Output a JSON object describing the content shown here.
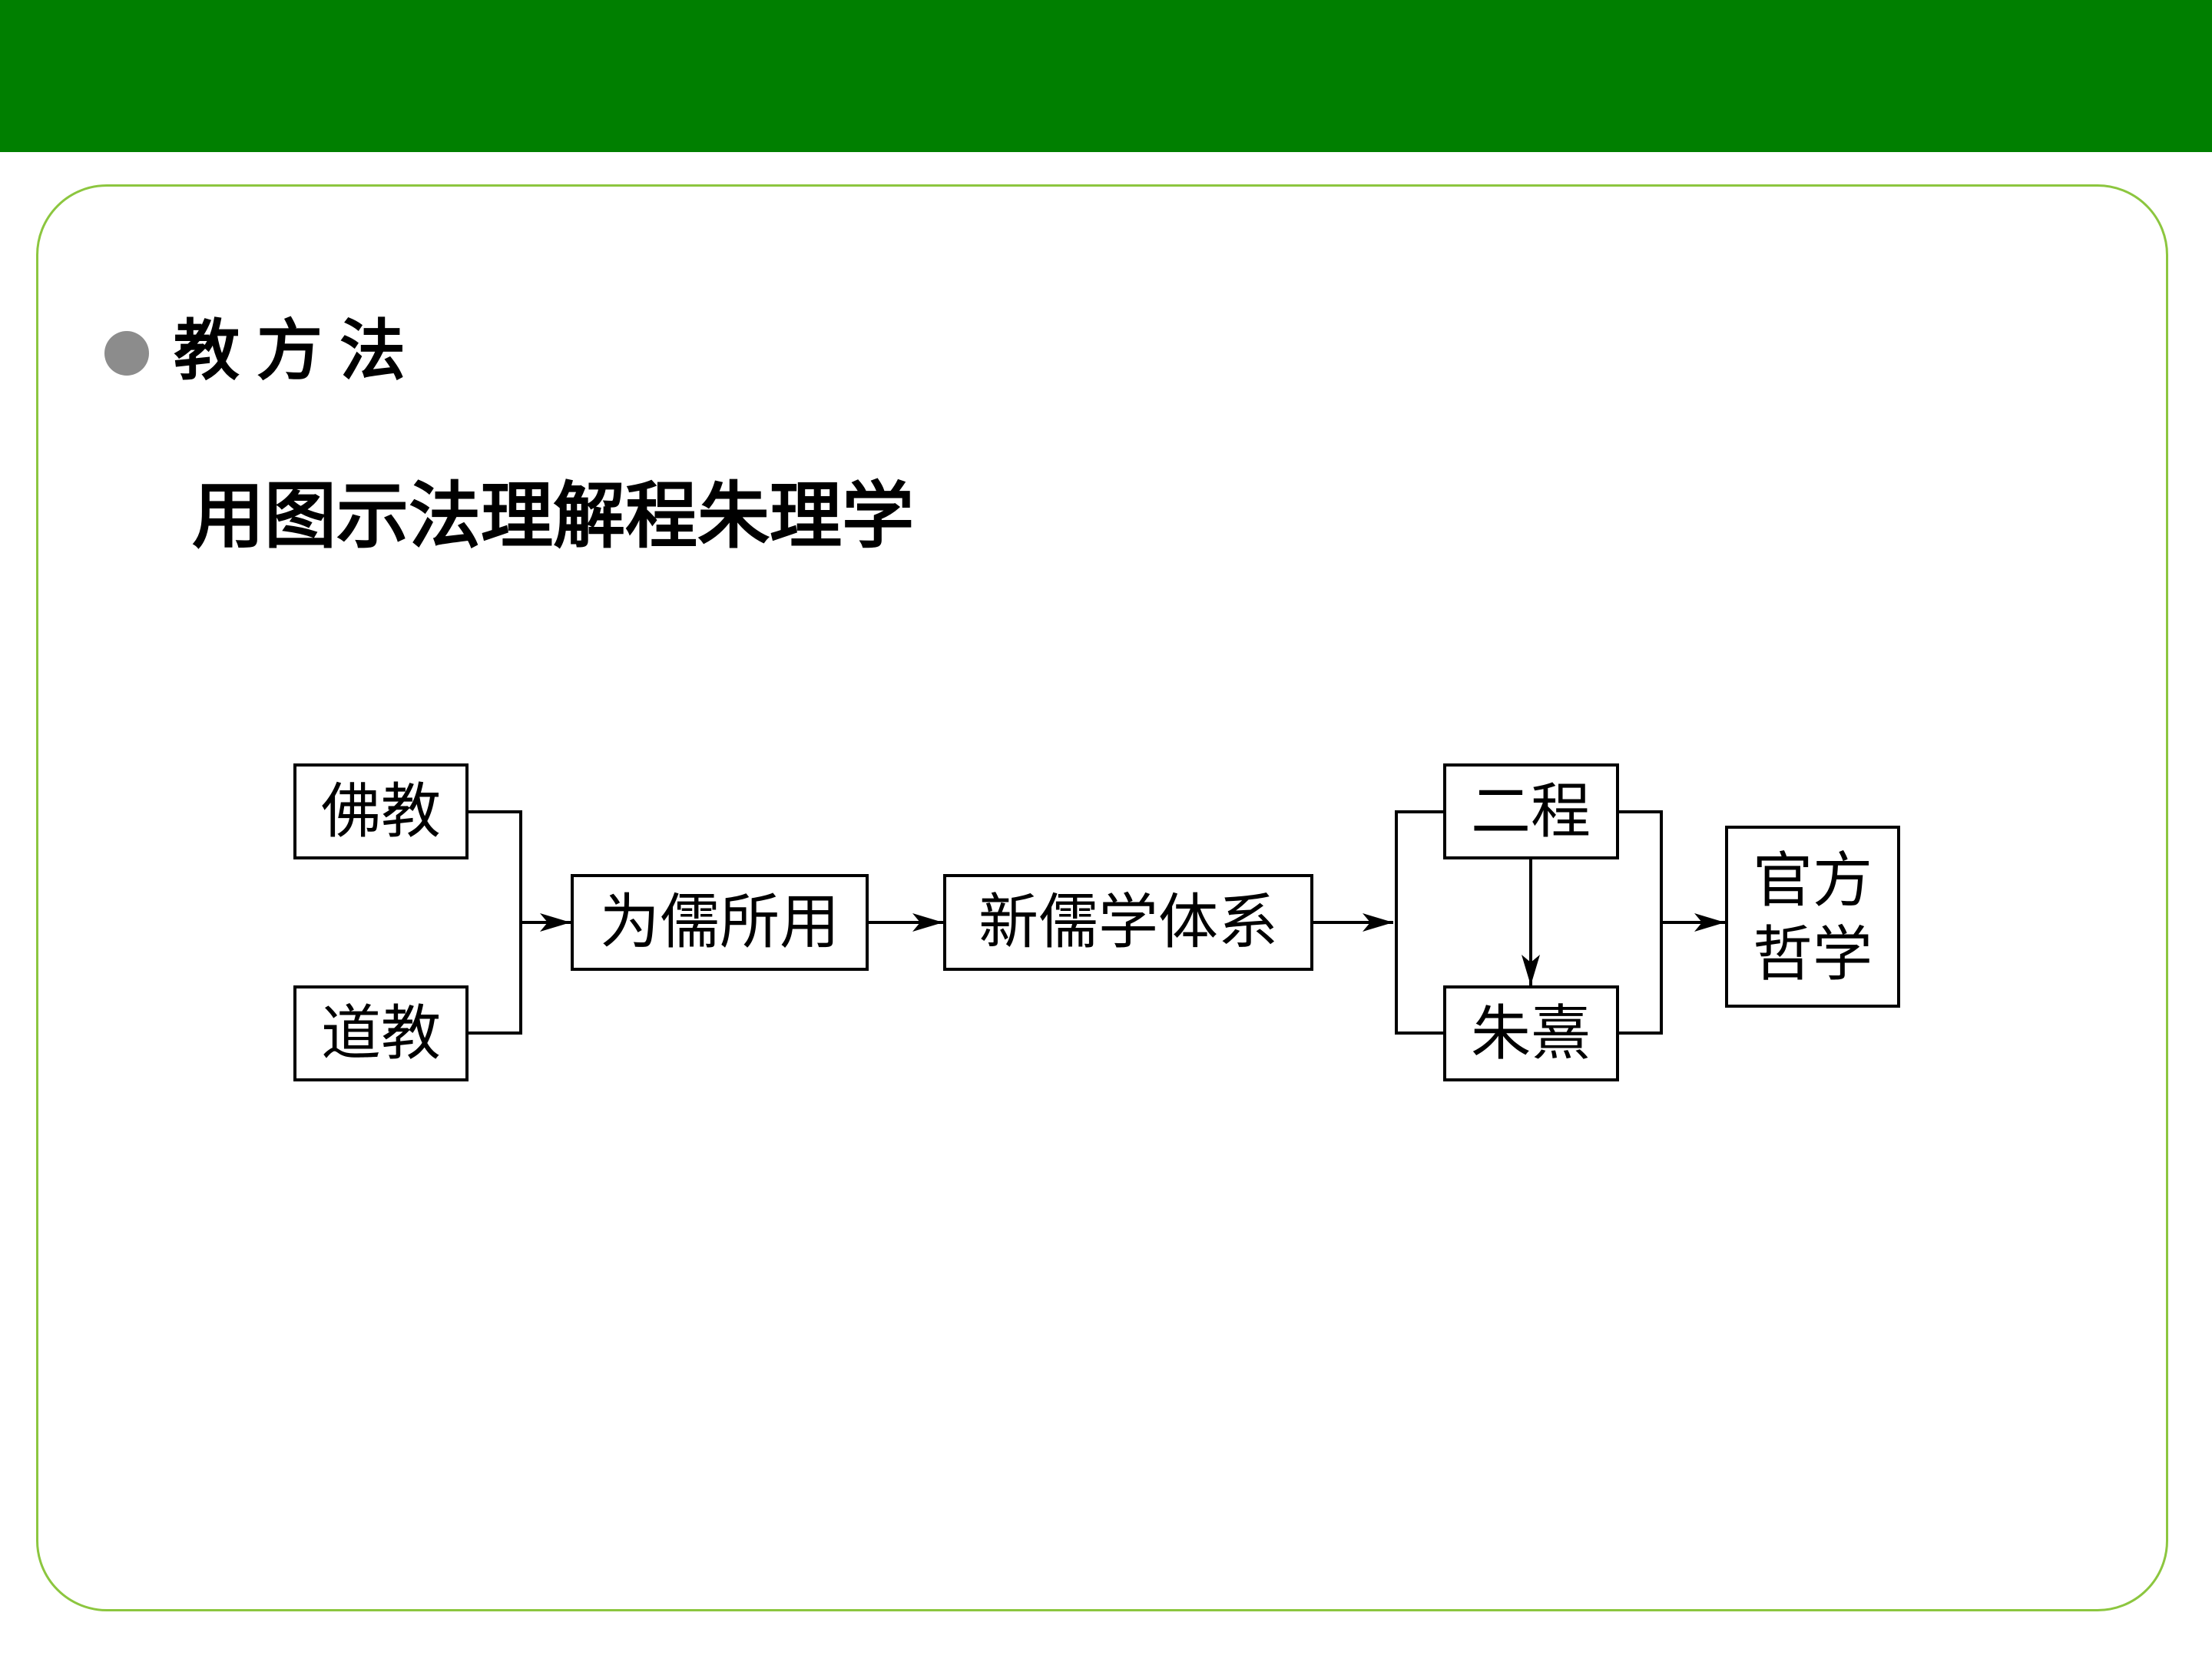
{
  "slide": {
    "section_heading": "教方法",
    "subtitle": "用图示法理解程朱理学"
  },
  "diagram": {
    "nodes": {
      "buddhism": "佛教",
      "taoism": "道教",
      "adopted_by_confucianism": "为儒所用",
      "neo_confucian_system": "新儒学体系",
      "cheng_brothers": "二程",
      "zhu_xi": "朱熹",
      "official_philosophy_line1": "官方",
      "official_philosophy_line2": "哲学"
    }
  },
  "colors": {
    "top_bar": "#007f00",
    "frame_border": "#8cc63f",
    "bullet": "#8c8c8c"
  }
}
